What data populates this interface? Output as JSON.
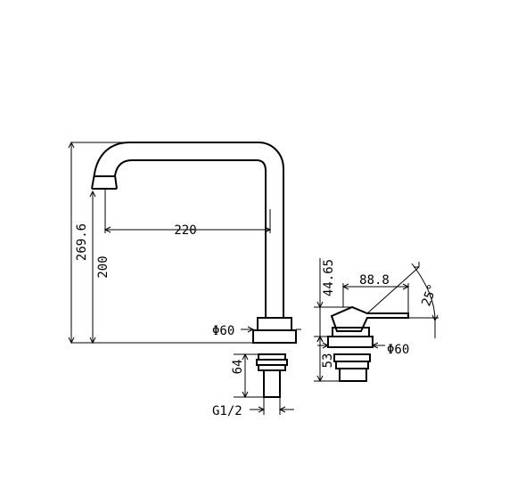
{
  "dimensions": {
    "overall_height": "269.6",
    "spout_height": "200",
    "spout_reach": "220",
    "base_diameter_left": "Φ60",
    "thread_length": "64",
    "thread_size": "G1/2",
    "lever_height": "44.65",
    "lever_reach": "88.8",
    "lever_angle": "25°",
    "mixer_base_diameter": "Φ60",
    "mixer_base_height": "53"
  },
  "colors": {
    "line": "#000000",
    "background": "#ffffff"
  }
}
